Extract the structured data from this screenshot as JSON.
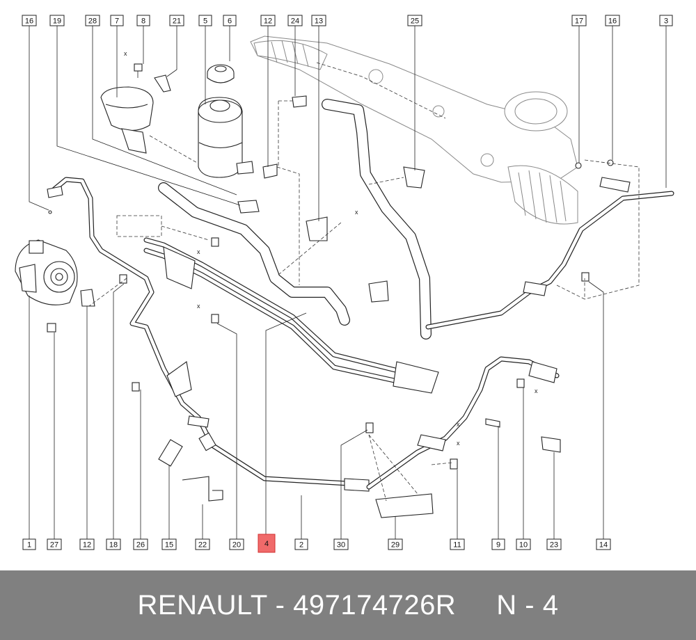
{
  "footer": {
    "brand": "RENAULT",
    "separator": " - ",
    "part_number": "497174726R",
    "gap": "     ",
    "position_label": "N - 4"
  },
  "diagram": {
    "highlight_color": "#f06a6a",
    "callouts_top": [
      "16",
      "19",
      "28",
      "7",
      "8",
      "21",
      "5",
      "6",
      "12",
      "24",
      "13",
      "25",
      "17",
      "16",
      "3"
    ],
    "callouts_bottom": [
      "1",
      "27",
      "12",
      "18",
      "26",
      "15",
      "22",
      "20",
      "4",
      "2",
      "30",
      "29",
      "11",
      "9",
      "10",
      "23",
      "14"
    ],
    "highlighted_label": "4",
    "x_marker": "x"
  }
}
